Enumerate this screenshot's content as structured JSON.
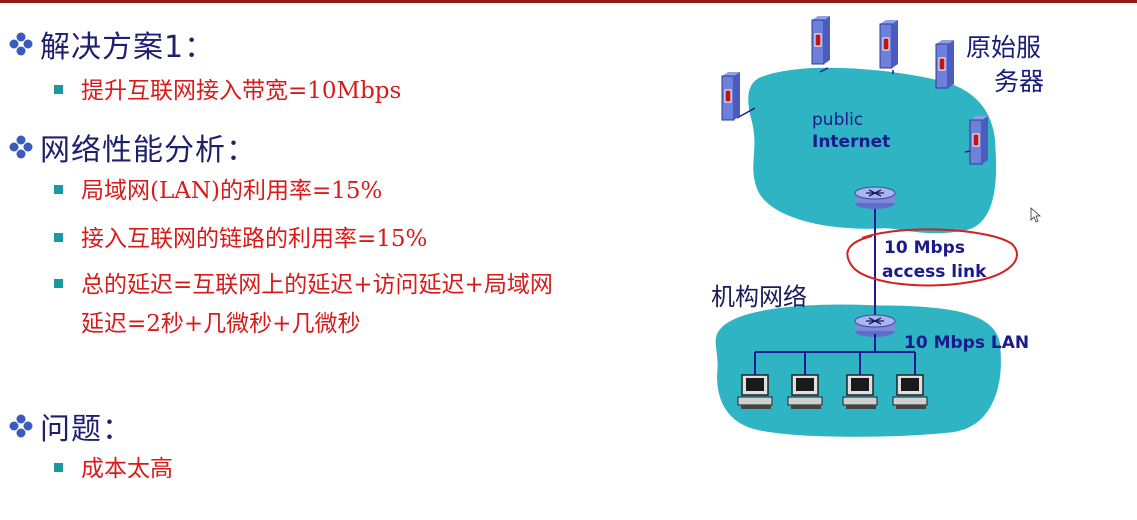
{
  "sections": [
    {
      "title": "解决方案1：",
      "items": [
        "提升互联网接入带宽=10Mbps"
      ]
    },
    {
      "title": "网络性能分析：",
      "items": [
        "局域网(LAN)的利用率=15%",
        "接入互联网的链路的利用率=15%",
        "总的延迟=互联网上的延迟+访问延迟+局域网",
        "延迟=2秒+几微秒+几微秒"
      ]
    },
    {
      "title": "问题：",
      "items": [
        "成本太高"
      ]
    }
  ],
  "diagram": {
    "internet_label_1": "public",
    "internet_label_2": "Internet",
    "origin_servers_1": "原始服",
    "origin_servers_2": "务器",
    "access_link_1": "10 Mbps",
    "access_link_2": "access link",
    "institution_label": "机构网络",
    "lan_label": "10 Mbps LAN"
  },
  "colors": {
    "heading": "#1f1f70",
    "bullet_text": "#d81a1a",
    "cloud": "#2fb4c4",
    "diagram_text": "#1a1a8c",
    "annotation": "#d42020"
  }
}
